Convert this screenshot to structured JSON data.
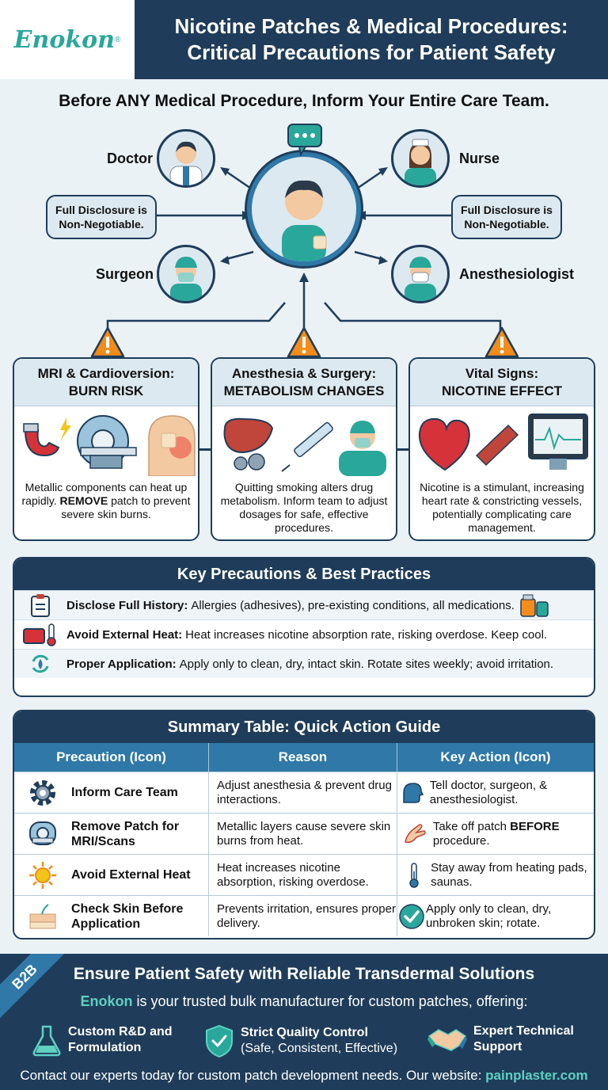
{
  "header": {
    "logo": "Enokon",
    "logo_mark": "®",
    "title_line1": "Nicotine Patches & Medical Procedures:",
    "title_line2": "Critical Precautions for Patient Safety"
  },
  "subtitle": "Before ANY Medical Procedure, Inform Your Entire Care Team.",
  "care_team": {
    "doctor": "Doctor",
    "nurse": "Nurse",
    "surgeon": "Surgeon",
    "anesthesiologist": "Anesthesiologist",
    "callout_line1": "Full Disclosure is",
    "callout_line2": "Non-Negotiable."
  },
  "risk_cards": [
    {
      "title_line1": "MRI & Cardioversion:",
      "title_line2": "BURN RISK",
      "text_before": "Metallic components can heat up rapidly. ",
      "text_strong": "REMOVE",
      "text_after": " patch to prevent severe skin burns."
    },
    {
      "title_line1": "Anesthesia & Surgery:",
      "title_line2": "METABOLISM CHANGES",
      "text": "Quitting smoking alters drug metabolism. Inform team to adjust dosages for safe, effective procedures."
    },
    {
      "title_line1": "Vital Signs:",
      "title_line2": "NICOTINE EFFECT",
      "text": "Nicotine is a stimulant, increasing heart rate & constricting vessels, potentially complicating care management."
    }
  ],
  "precautions": {
    "title": "Key Precautions & Best Practices",
    "items": [
      {
        "label": "Disclose Full History:",
        "text": "Allergies (adhesives), pre-existing conditions, all medications."
      },
      {
        "label": "Avoid External Heat:",
        "text": "Heat increases nicotine absorption rate, risking overdose. Keep cool."
      },
      {
        "label": "Proper Application:",
        "text": "Apply only to clean, dry, intact skin. Rotate sites weekly; avoid irritation."
      }
    ]
  },
  "summary": {
    "title": "Summary Table: Quick Action Guide",
    "headers": [
      "Precaution (Icon)",
      "Reason",
      "Key Action (Icon)"
    ],
    "rows": [
      {
        "precaution": "Inform Care Team",
        "reason": "Adjust anesthesia & prevent drug interactions.",
        "action": "Tell doctor, surgeon, & anesthesiologist."
      },
      {
        "precaution_line1": "Remove Patch for",
        "precaution_line2": "MRI/Scans",
        "reason": "Metallic layers cause severe skin burns from heat.",
        "action_before": "Take off patch ",
        "action_strong": "BEFORE",
        "action_after": " procedure."
      },
      {
        "precaution": "Avoid External Heat",
        "reason": "Heat increases nicotine absorption, risking overdose.",
        "action": "Stay away from heating pads, saunas."
      },
      {
        "precaution_line1": "Check Skin Before",
        "precaution_line2": "Application",
        "reason": "Prevents irritation, ensures proper delivery.",
        "action": "Apply only to clean, dry, unbroken skin; rotate."
      }
    ]
  },
  "footer": {
    "ribbon": "B2B",
    "title": "Ensure Patient Safety with Reliable Transdermal Solutions",
    "brand": "Enokon",
    "sub_rest": " is your trusted bulk manufacturer for custom patches, offering:",
    "features": [
      {
        "line1": "Custom R&D and",
        "line2": "Formulation"
      },
      {
        "line1": "Strict Quality Control",
        "line2": "(Safe, Consistent, Effective)"
      },
      {
        "line1": "Expert Technical",
        "line2": "Support"
      }
    ],
    "contact": "Contact our experts today for custom patch development needs. Our website: ",
    "website": "painplaster.com"
  },
  "colors": {
    "navy": "#1f3d5a",
    "teal": "#2aa79b",
    "blue": "#2f78a8",
    "warning": "#f28c1b",
    "background": "#eaf2f6"
  }
}
